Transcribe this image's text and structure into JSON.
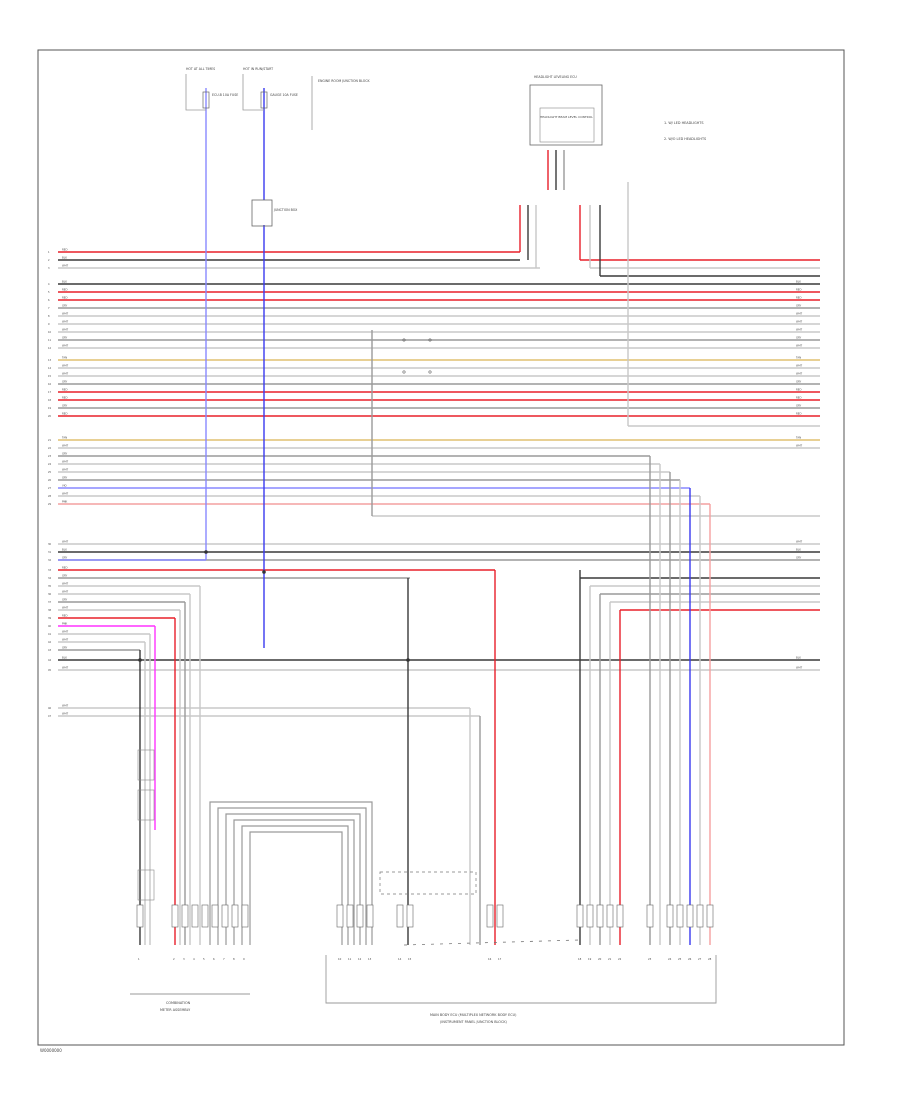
{
  "diagram": {
    "footer_code": "W0000000",
    "legend": [
      "1. W/ LED HEADLIGHTS",
      "2. W/O LED HEADLIGHTS"
    ],
    "top_labels": {
      "fuse_a": "HOT AT ALL TIMES",
      "fuse_b": "HOT IN RUN/START",
      "fuse_a_name": "ECU-B 10A FUSE",
      "fuse_b_name": "GAUGE 10A FUSE",
      "junction_note": "ENGINE ROOM JUNCTION BLOCK",
      "relay_box": "JUNCTION BOX",
      "top_module": "HEADLIGHT LEVELING ECU",
      "top_module_sub": "HEADLIGHT BEAM LEVEL CONTROL"
    },
    "bottom_left_label": [
      "COMBINATION",
      "METER ASSEMBLY"
    ],
    "bottom_main_label": [
      "MAIN BODY ECU (MULTIPLEX NETWORK BODY ECU)",
      "(INSTRUMENT PANEL JUNCTION BLOCK)"
    ],
    "colors": {
      "red": "#e8202a",
      "black": "#3a3a3a",
      "gray": "#9a9a9a",
      "light": "#c8c8c8",
      "blue": "#3a3af0",
      "violet": "#8888ff",
      "magenta": "#ff33ff",
      "tan": "#e0c070",
      "pink": "#f4a0a0"
    },
    "wire_labels": {
      "r": "RED",
      "b": "BLK",
      "w": "WHT",
      "g": "GRY",
      "l": "BLU",
      "y": "YEL",
      "v": "VIO",
      "p": "PNK",
      "t": "TAN"
    }
  }
}
